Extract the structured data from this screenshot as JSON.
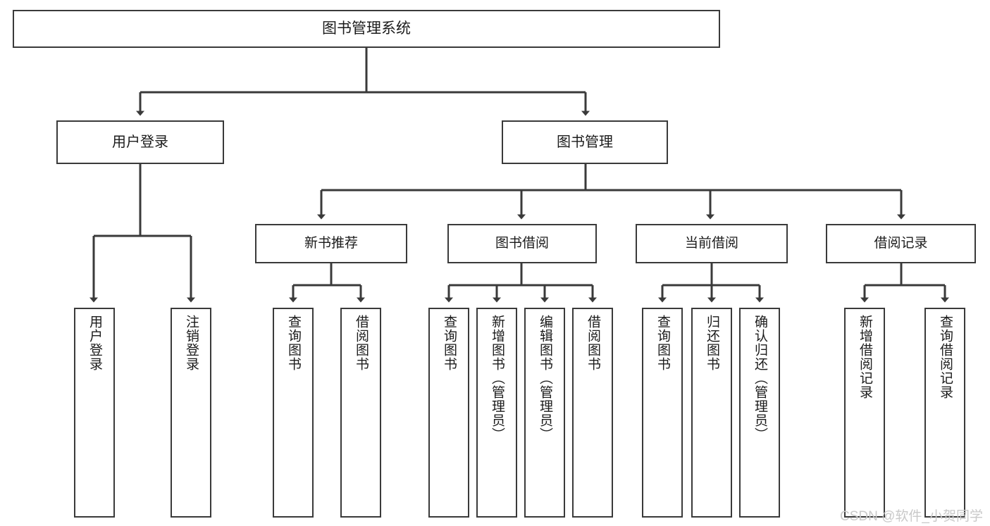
{
  "diagram": {
    "title": "图书管理系统",
    "type": "tree-hierarchy-diagram",
    "colors": {
      "border": "#3a3a3a",
      "background": "#ffffff",
      "text": "#1b1b1b",
      "watermark": "#c9c9c9"
    },
    "watermark": "CSDN @软件_小贺同学",
    "nodes": {
      "root": "图书管理系统",
      "user_login": "用户登录",
      "book_manage": "图书管理",
      "new_book_rec": "新书推荐",
      "book_borrow": "图书借阅",
      "current_borrow": "当前借阅",
      "borrow_record": "借阅记录",
      "leaf_user_login": "用户登录",
      "leaf_logout": "注销登录",
      "leaf_query_book_1": "查询图书",
      "leaf_borrow_book_1": "借阅图书",
      "leaf_query_book_2": "查询图书",
      "leaf_add_book_admin": "新增图书（管理员）",
      "leaf_edit_book_admin": "编辑图书（管理员）",
      "leaf_borrow_book_2": "借阅图书",
      "leaf_query_book_3": "查询图书",
      "leaf_return_book": "归还图书",
      "leaf_confirm_return_admin": "确认归还（管理员）",
      "leaf_add_record": "新增借阅记录",
      "leaf_query_record": "查询借阅记录"
    }
  }
}
